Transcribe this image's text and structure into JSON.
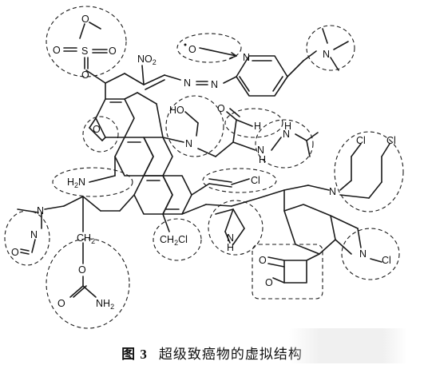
{
  "caption": {
    "number": "图 3",
    "title": "超级致癌物的虚拟结构"
  },
  "atoms": {
    "o_sulfonate_top": "O",
    "o_sulfonate_left": "O",
    "s_sulfonyl": "S",
    "o_sulfonyl_right": "O",
    "o_sulfonyl_bottom": "O",
    "no2": "NO",
    "no2_sub": "2",
    "o_radical": "O",
    "n_pyridine": "N",
    "n_dimethylamine": "N",
    "n_azo_1": "N",
    "n_azo_2": "N",
    "ho": "HO",
    "o_aldehyde": "O",
    "h_aldehyde": "H",
    "o_epoxide": "O",
    "n_aziridine_ring": "N",
    "n_hydrazine_1": "N",
    "h_hydrazine_1": "H",
    "n_hydrazine_2": "N",
    "h_hydrazine_2": "H",
    "h2n": "H",
    "h2n_sub": "2",
    "h2n_n": "N",
    "cl_vinyl": "Cl",
    "n_mustard": "N",
    "cl_mustard_1": "Cl",
    "cl_mustard_2": "Cl",
    "n_nitrosamine": "N",
    "n_nitroso": "N",
    "o_nitroso": "O",
    "ch2": "CH",
    "ch2_sub": "2",
    "o_carbamate": "O",
    "o_carbamate_dbl": "O",
    "nh2": "NH",
    "nh2_sub": "2",
    "ch2cl": "CH",
    "ch2cl_sub": "2",
    "ch2cl_cl": "Cl",
    "n_aziridine": "N",
    "h_aziridine": "H",
    "n_chloramine": "N",
    "cl_chloramine": "Cl",
    "o_lactone_dbl": "O",
    "o_lactone": "O"
  }
}
